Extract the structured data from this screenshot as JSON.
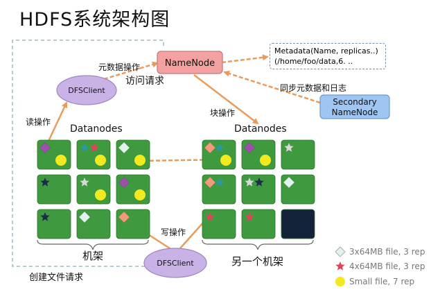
{
  "title": "HDFS系统架构图",
  "namenode": "NameNode",
  "secondary": [
    "Secondary",
    "NameNode"
  ],
  "dfsclient_top": "DFSClient",
  "dfsclient_bottom": "DFSClient",
  "metadata_lines": [
    "Metadata(Name, replicas..)",
    "(/home/foo/data,6. .."
  ],
  "labels": {
    "metadata_op": "元数据操作",
    "access_request": "访问请求",
    "sync": "同步元数据和日志",
    "block_op": "块操作",
    "read_op": "读操作",
    "write_op": "写操作",
    "datanodes_left": "Datanodes",
    "datanodes_right": "Datanodes",
    "rack": "机架",
    "other_rack": "另一个机架",
    "create_file": "创建文件请求"
  },
  "legend": [
    {
      "shape": "diamond",
      "text": "3x64MB file, 3 rep"
    },
    {
      "shape": "star",
      "text": "4x64MB file, 3 rep"
    },
    {
      "shape": "circle",
      "text": "Small file,  7 rep"
    }
  ],
  "colors": {
    "namenode": "#f4a1a1",
    "secondary": "#9fc6f2",
    "client": "#c9b2e6",
    "node": "#3f9a3f",
    "node_dark": "#14233a",
    "arrow": "#e89b5a",
    "diamond": "#9a52a8",
    "teal_star": "#2a9aa0",
    "red_star": "#e0445a",
    "white_star": "#d8d8d8",
    "navy_star": "#1d2c4e",
    "salmon_diamond": "#f29a7a",
    "white_diamond": "#e3f2ee",
    "circle": "#f2ea1e"
  },
  "nodes": [
    {
      "id": "L1",
      "items": [
        {
          "shape": "diamond",
          "color": "diamond"
        },
        {
          "shape": "circle",
          "color": "circle"
        }
      ]
    },
    {
      "id": "L2",
      "items": [
        {
          "shape": "star",
          "color": "teal_star"
        },
        {
          "shape": "star",
          "color": "red_star"
        },
        {
          "shape": "circle",
          "color": "circle"
        }
      ]
    },
    {
      "id": "L3",
      "items": [
        {
          "shape": "diamond",
          "color": "white_diamond"
        },
        {
          "shape": "circle",
          "color": "circle"
        }
      ]
    },
    {
      "id": "L4",
      "items": [
        {
          "shape": "star",
          "color": "navy_star"
        }
      ]
    },
    {
      "id": "L5",
      "items": [
        {
          "shape": "star",
          "color": "white_star"
        },
        {
          "shape": "circle",
          "color": "circle"
        }
      ]
    },
    {
      "id": "L6",
      "items": [
        {
          "shape": "diamond",
          "color": "diamond"
        },
        {
          "shape": "circle",
          "color": "circle"
        }
      ]
    },
    {
      "id": "L7",
      "items": [
        {
          "shape": "star",
          "color": "navy_star"
        }
      ]
    },
    {
      "id": "L8",
      "items": [
        {
          "shape": "diamond",
          "color": "white_diamond"
        }
      ]
    },
    {
      "id": "L9",
      "items": [
        {
          "shape": "diamond",
          "color": "salmon_diamond"
        }
      ]
    },
    {
      "id": "R1",
      "items": [
        {
          "shape": "diamond",
          "color": "salmon_diamond"
        },
        {
          "shape": "star",
          "color": "teal_star"
        },
        {
          "shape": "circle",
          "color": "circle"
        }
      ]
    },
    {
      "id": "R2",
      "items": [
        {
          "shape": "diamond",
          "color": "diamond"
        },
        {
          "shape": "circle",
          "color": "circle"
        }
      ]
    },
    {
      "id": "R3",
      "items": [
        {
          "shape": "star",
          "color": "white_star"
        }
      ]
    },
    {
      "id": "R4",
      "items": [
        {
          "shape": "diamond",
          "color": "salmon_diamond"
        },
        {
          "shape": "star",
          "color": "teal_star"
        }
      ]
    },
    {
      "id": "R5",
      "items": [
        {
          "shape": "star",
          "color": "white_star"
        },
        {
          "shape": "star",
          "color": "navy_star"
        }
      ]
    },
    {
      "id": "R6",
      "items": [
        {
          "shape": "diamond",
          "color": "white_diamond"
        }
      ]
    },
    {
      "id": "R7",
      "items": [
        {
          "shape": "star",
          "color": "red_star"
        }
      ]
    },
    {
      "id": "R8",
      "items": [
        {
          "shape": "star",
          "color": "red_star"
        }
      ]
    },
    {
      "id": "R9",
      "items": [],
      "dark": true
    }
  ]
}
